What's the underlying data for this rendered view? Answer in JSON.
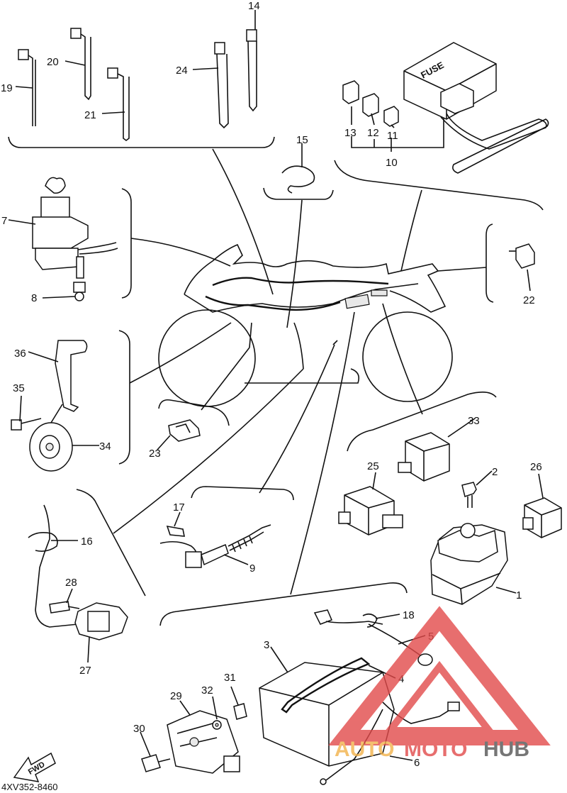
{
  "diagram": {
    "code": "4XV352-8460",
    "fuse_box_text": "FUSE",
    "fwd_text": "FWD",
    "watermark": {
      "auto": "AUTO",
      "moto": "MOTO",
      "hub": "HUB",
      "colors": {
        "auto": "#f2b24a",
        "moto": "#e24a4a",
        "hub": "#555555",
        "triangle": "#e24a4a"
      }
    },
    "callouts": {
      "n1": "1",
      "n2": "2",
      "n3": "3",
      "n4": "4",
      "n5": "5",
      "n6": "6",
      "n7": "7",
      "n8": "8",
      "n9": "9",
      "n10": "10",
      "n11": "11",
      "n12": "12",
      "n13": "13",
      "n14": "14",
      "n15": "15",
      "n16": "16",
      "n17": "17",
      "n18": "18",
      "n19": "19",
      "n20": "20",
      "n21": "21",
      "n22": "22",
      "n23": "23",
      "n24": "24",
      "n25": "25",
      "n26": "26",
      "n27": "27",
      "n28": "28",
      "n29": "29",
      "n30": "30",
      "n31": "31",
      "n32": "32",
      "n33": "33",
      "n34": "34",
      "n35": "35",
      "n36": "36"
    }
  }
}
